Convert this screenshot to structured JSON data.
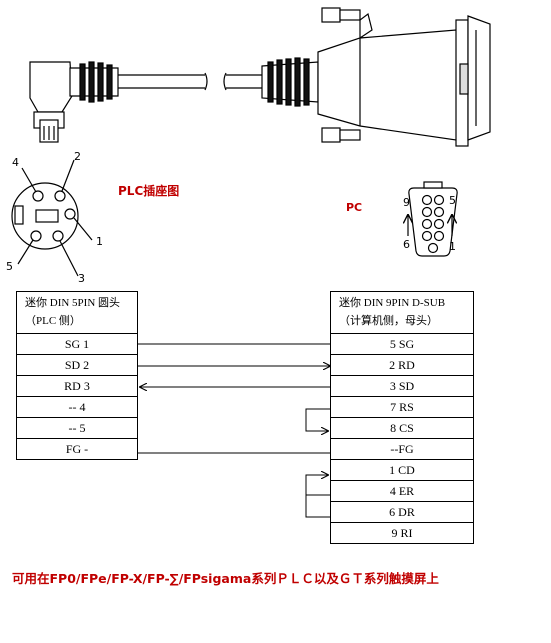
{
  "labels": {
    "plc_socket": "PLC插座图",
    "pc": "PC",
    "plc_pin_numbers": [
      "1",
      "2",
      "3",
      "4",
      "5"
    ],
    "pc_pin_left_top": "9",
    "pc_pin_left_bottom": "6",
    "pc_pin_right_top": "5",
    "pc_pin_right_bottom": "1"
  },
  "left_table": {
    "header_line1": "迷你 DIN 5PIN 圆头",
    "header_line2": "（PLC 侧）",
    "rows": [
      "SG 1",
      "SD 2",
      "RD 3",
      "-- 4",
      "-- 5",
      "FG -"
    ]
  },
  "right_table": {
    "header_line1": "迷你  DIN  9PIN  D-SUB",
    "header_line2": "（计算机侧，母头）",
    "rows": [
      "5 SG",
      "2 RD",
      "3 SD",
      "7 RS",
      "8 CS",
      "--FG",
      "1 CD",
      "4 ER",
      "6 DR",
      "9 RI"
    ]
  },
  "caption": "可用在FP0/FPe/FP-X/FP-∑/FPsigama系列ＰＬＣ以及ＧＴ系列触摸屏上"
}
